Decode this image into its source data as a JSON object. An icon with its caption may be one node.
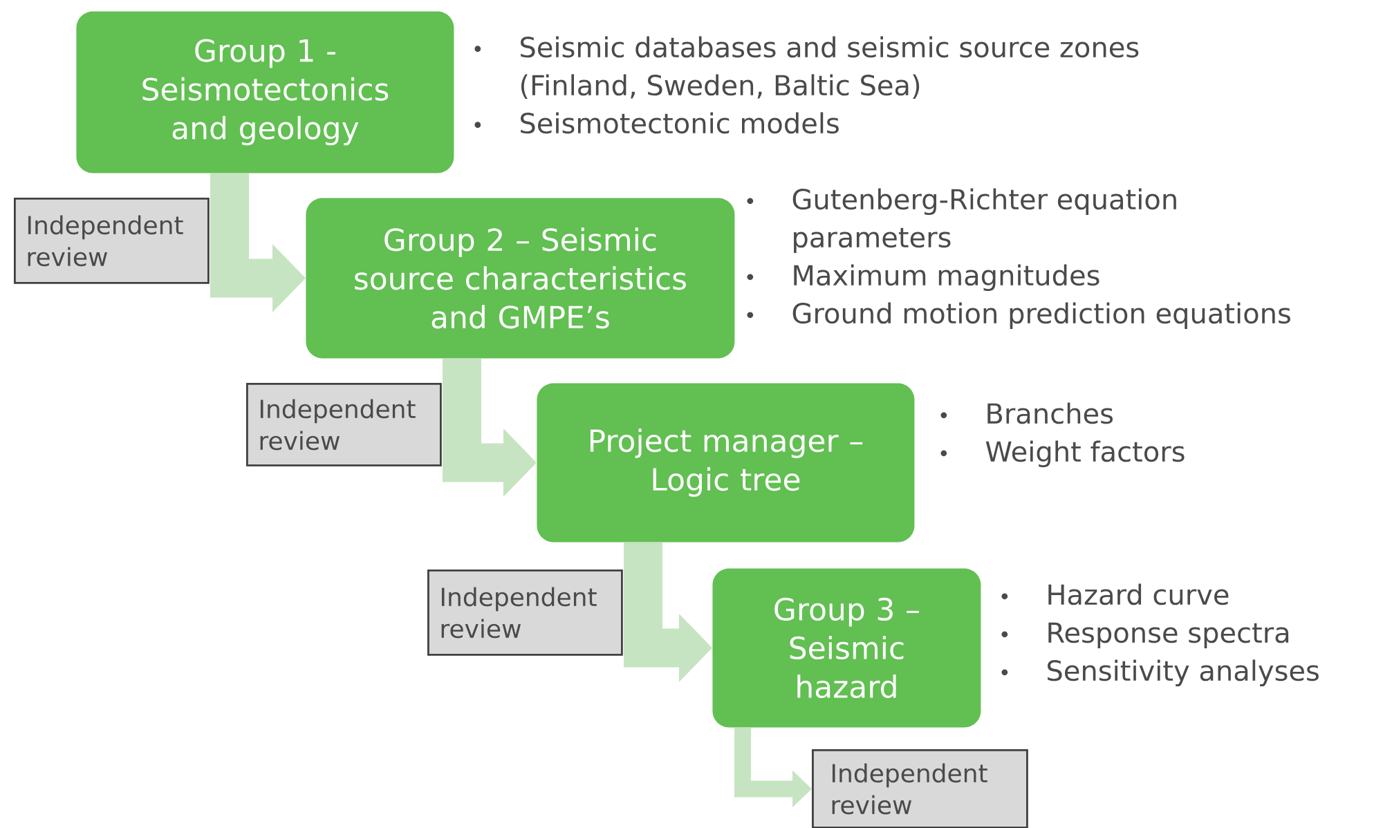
{
  "diagram": {
    "nodes": [
      {
        "text": [
          "Group 1 - Seismotectonics and geology"
        ],
        "beside": [
          "Seismic databases and seismic source zones (Finland, Sweden, Baltic Sea)",
          "Seismotectonic models"
        ]
      },
      {
        "text": [
          "Independent review"
        ]
      },
      {
        "text": [
          "Group 2 – Seismic source characteristics and GMPE’s"
        ],
        "beside": [
          "Gutenberg-Richter equation parameters",
          "Maximum magnitudes",
          "Ground motion prediction equations"
        ]
      },
      {
        "text": [
          "Independent review"
        ]
      },
      {
        "text": [
          "Project manager – Logic tree"
        ],
        "beside": [
          "Branches",
          "Weight factors"
        ]
      },
      {
        "text": [
          "Independent review"
        ]
      },
      {
        "text": [
          "Group 3 – Seismic hazard"
        ],
        "beside": [
          "Hazard curve",
          "Response spectra",
          "Sensitivity analyses"
        ]
      },
      {
        "text": [
          "Independent review"
        ]
      }
    ],
    "edges": [
      {
        "from": 0,
        "to": 2,
        "arrow": "to"
      },
      {
        "from": 2,
        "to": 4,
        "arrow": "to"
      },
      {
        "from": 4,
        "to": 6,
        "arrow": "to"
      },
      {
        "from": 6,
        "to": 7,
        "arrow": "to"
      }
    ]
  }
}
